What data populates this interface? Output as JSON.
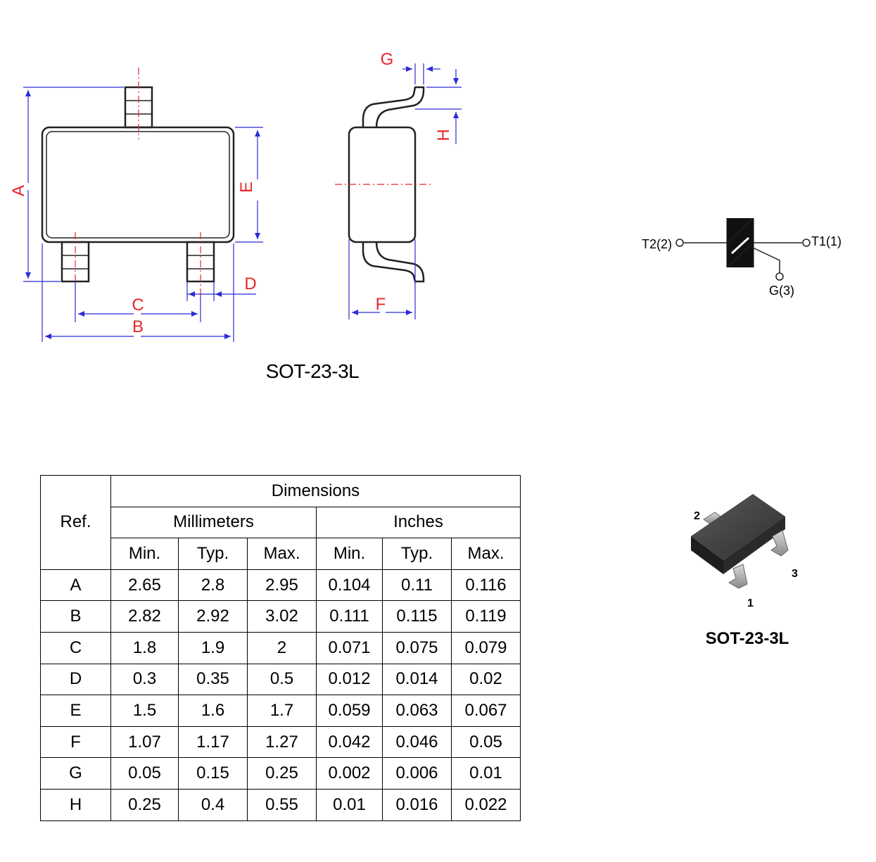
{
  "drawing": {
    "labels": {
      "A": "A",
      "B": "B",
      "C": "C",
      "D": "D",
      "E": "E",
      "F": "F",
      "G": "G",
      "H": "H"
    },
    "package_title": "SOT-23-3L"
  },
  "symbol": {
    "t2": "T2(2)",
    "t1": "T1(1)",
    "g": "G(3)"
  },
  "photo": {
    "pin1": "1",
    "pin2": "2",
    "pin3": "3",
    "title": "SOT-23-3L"
  },
  "table": {
    "ref_header": "Ref.",
    "dimensions_header": "Dimensions",
    "mm_header": "Millimeters",
    "in_header": "Inches",
    "sub_headers": [
      "Min.",
      "Typ.",
      "Max.",
      "Min.",
      "Typ.",
      "Max."
    ],
    "rows": [
      {
        "ref": "A",
        "values": [
          "2.65",
          "2.8",
          "2.95",
          "0.104",
          "0.11",
          "0.116"
        ]
      },
      {
        "ref": "B",
        "values": [
          "2.82",
          "2.92",
          "3.02",
          "0.111",
          "0.115",
          "0.119"
        ]
      },
      {
        "ref": "C",
        "values": [
          "1.8",
          "1.9",
          "2",
          "0.071",
          "0.075",
          "0.079"
        ]
      },
      {
        "ref": "D",
        "values": [
          "0.3",
          "0.35",
          "0.5",
          "0.012",
          "0.014",
          "0.02"
        ]
      },
      {
        "ref": "E",
        "values": [
          "1.5",
          "1.6",
          "1.7",
          "0.059",
          "0.063",
          "0.067"
        ]
      },
      {
        "ref": "F",
        "values": [
          "1.07",
          "1.17",
          "1.27",
          "0.042",
          "0.046",
          "0.05"
        ]
      },
      {
        "ref": "G",
        "values": [
          "0.05",
          "0.15",
          "0.25",
          "0.002",
          "0.006",
          "0.01"
        ]
      },
      {
        "ref": "H",
        "values": [
          "0.25",
          "0.4",
          "0.55",
          "0.01",
          "0.016",
          "0.022"
        ]
      }
    ]
  }
}
